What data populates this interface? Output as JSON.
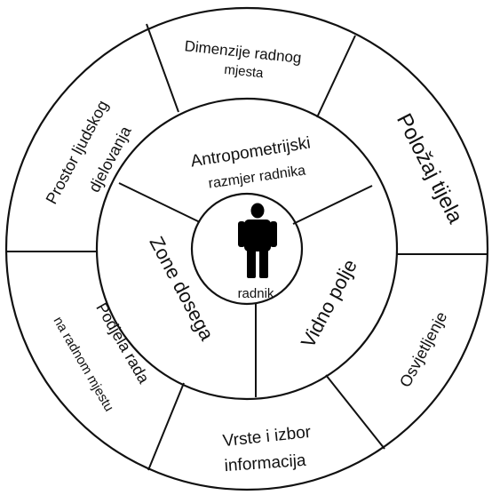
{
  "center": {
    "label": "radnik",
    "icon": "worker-figure-icon"
  },
  "inner_ring": {
    "segments": [
      {
        "key": "antropometrijski",
        "lines": [
          "Antropometrijski",
          "razmjer radnika"
        ]
      },
      {
        "key": "vidno_polje",
        "lines": [
          "Vidno polje"
        ]
      },
      {
        "key": "zone_dosega",
        "lines": [
          "Zone dosega"
        ]
      }
    ]
  },
  "outer_ring": {
    "segments": [
      {
        "key": "dimenzije",
        "lines": [
          "Dimenzije radnog",
          "mjesta"
        ]
      },
      {
        "key": "polozaj",
        "lines": [
          "Položaj tijela"
        ]
      },
      {
        "key": "osvjetljenje",
        "lines": [
          "Osvjetljenje"
        ]
      },
      {
        "key": "vrste",
        "lines": [
          "Vrste i izbor",
          "informacija"
        ]
      },
      {
        "key": "podjela",
        "lines": [
          "Podjela rada",
          "na radnom mjestu"
        ]
      },
      {
        "key": "prostor",
        "lines": [
          "Prostor ljudskog",
          "djelovanja"
        ]
      }
    ]
  },
  "colors": {
    "stroke": "#111111",
    "background": "#ffffff",
    "figure": "#000000"
  }
}
